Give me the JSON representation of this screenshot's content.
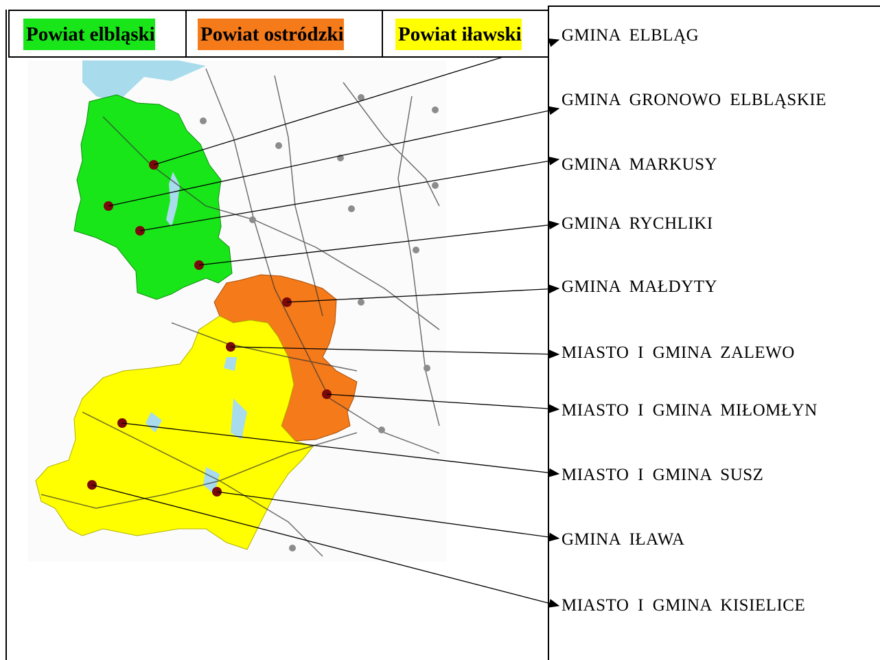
{
  "legend": [
    {
      "label": "Powiat elbląski",
      "color": "#19e619"
    },
    {
      "label": "Powiat ostródzki",
      "color": "#f57a1a"
    },
    {
      "label": "Powiat iławski",
      "color": "#ffff00"
    }
  ],
  "gminy": [
    {
      "label": "GMINA  ELBLĄG"
    },
    {
      "label": "GMINA  GRONOWO  ELBLĄSKIE"
    },
    {
      "label": "GMINA  MARKUSY"
    },
    {
      "label": "GMINA  RYCHLIKI"
    },
    {
      "label": "GMINA  MAŁDYTY"
    },
    {
      "label": "MIASTO  I  GMINA  ZALEWO"
    },
    {
      "label": "MIASTO  I  GMINA  MIŁOMŁYN"
    },
    {
      "label": "MIASTO  I  GMINA  SUSZ"
    },
    {
      "label": "GMINA  IŁAWA"
    },
    {
      "label": "MIASTO  I  GMINA  KISIELICE"
    }
  ],
  "colors": {
    "elblaski": "#19e619",
    "ostrodzki": "#f57a1a",
    "ilawski": "#ffff00",
    "water": "#a8dcec",
    "seat": "#7a0a0a",
    "town": "#8c8c8c"
  }
}
